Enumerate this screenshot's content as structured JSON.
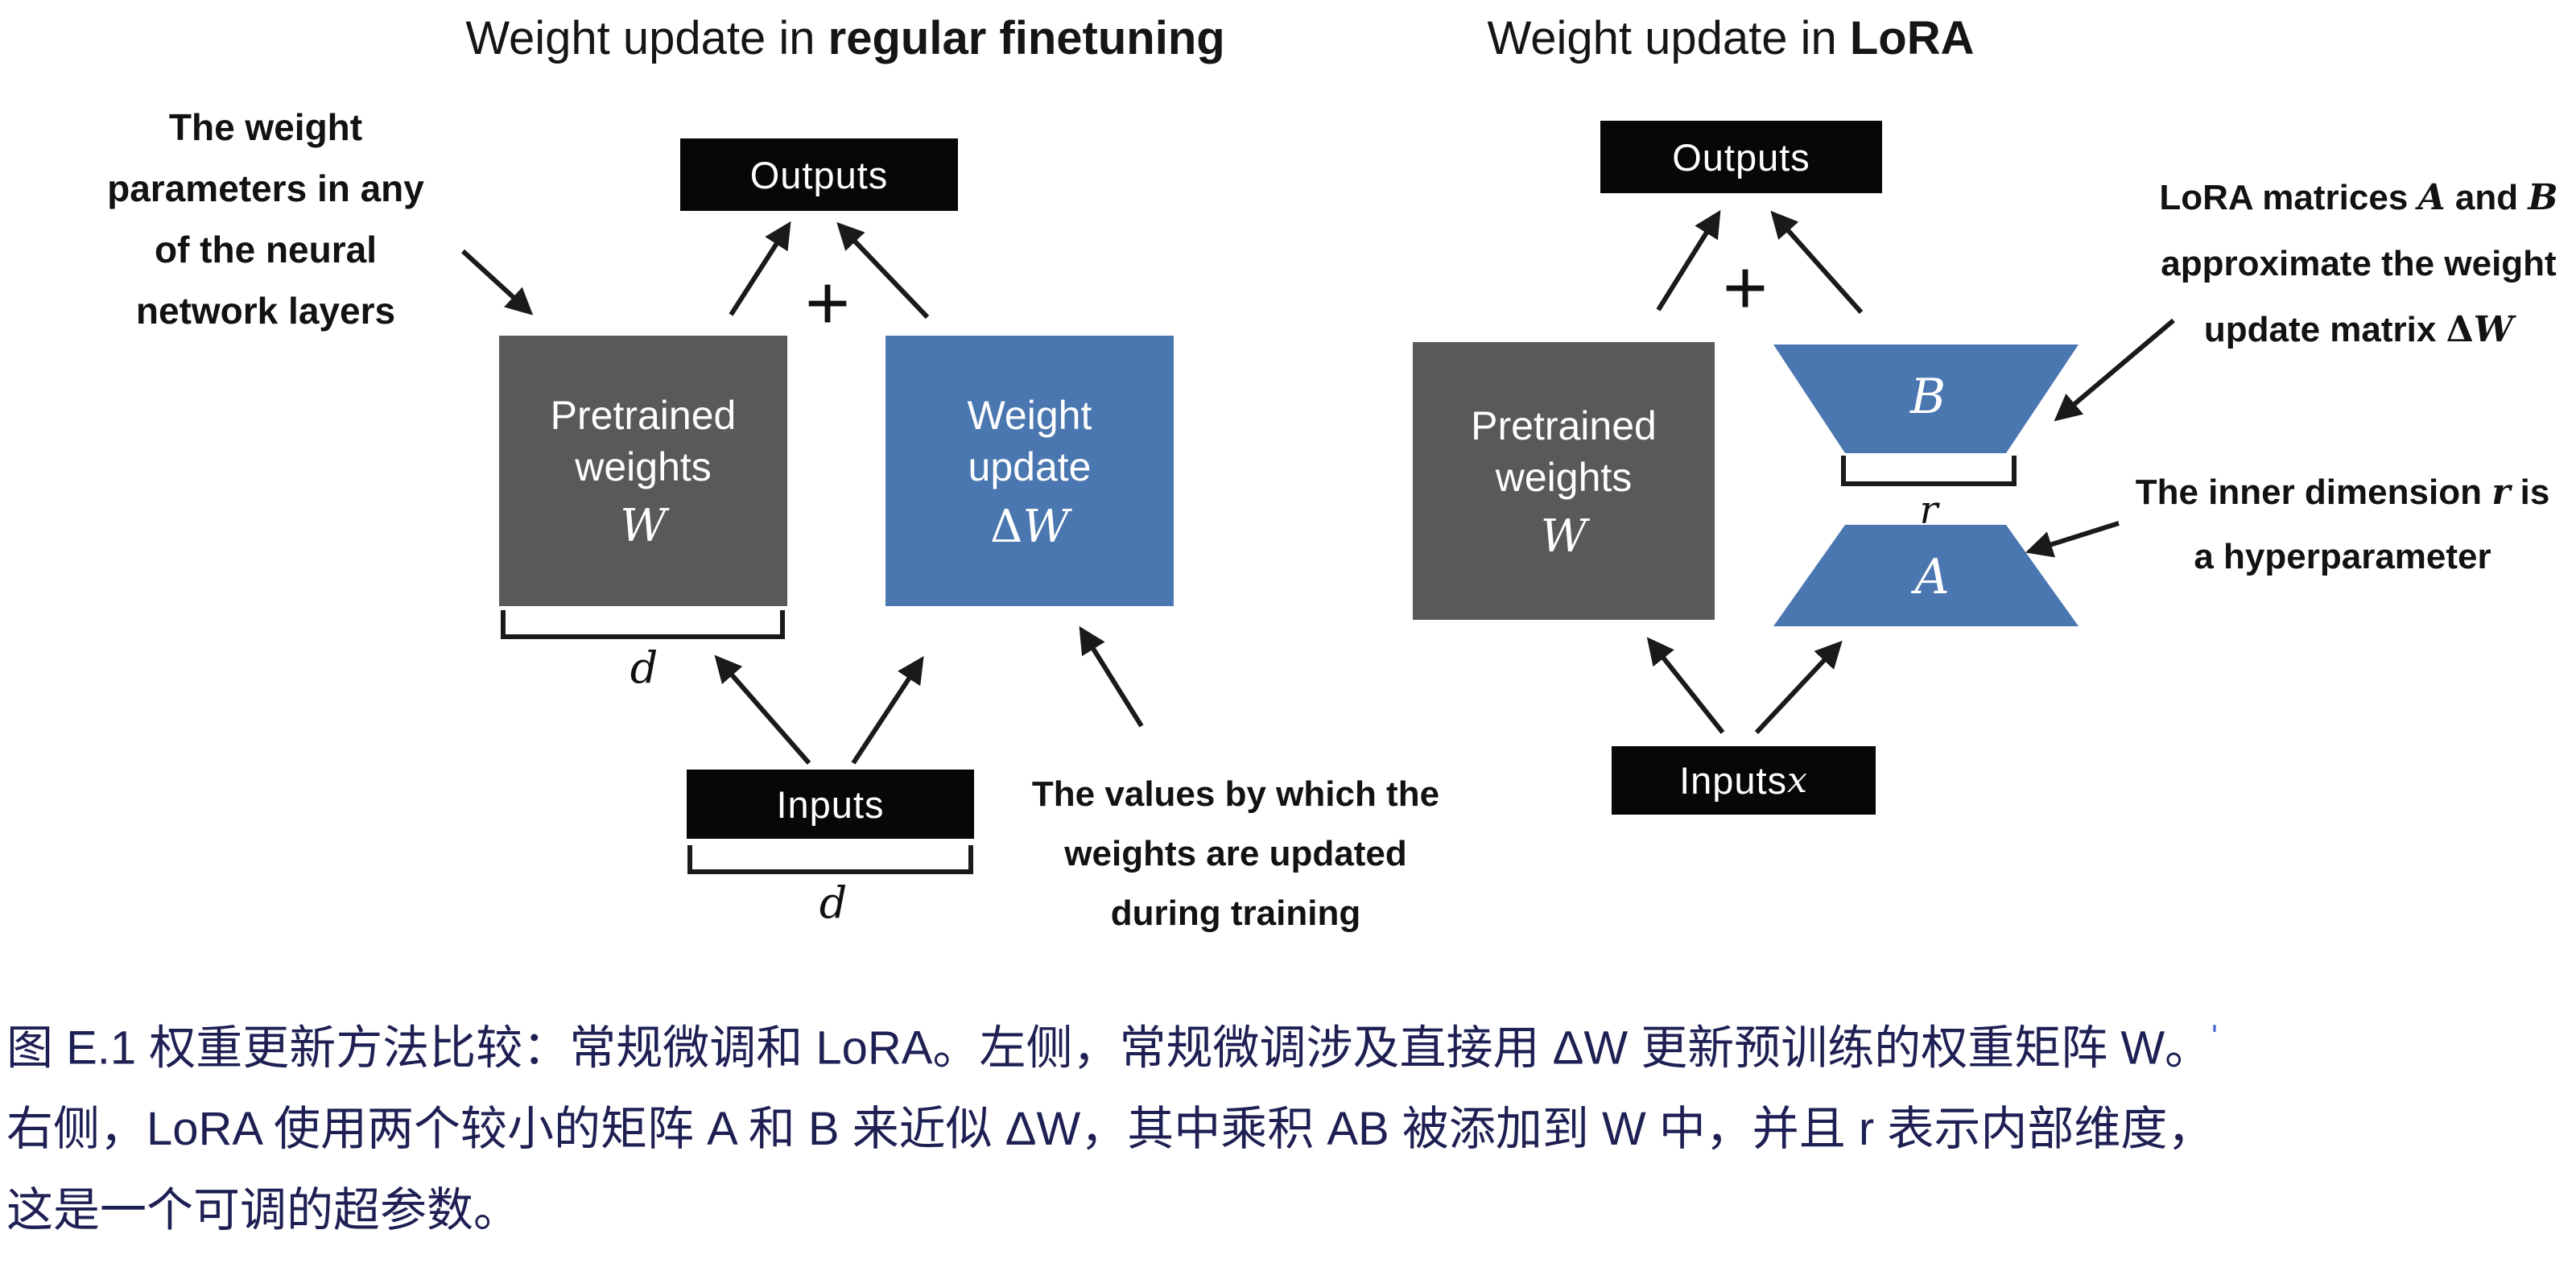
{
  "left_diagram": {
    "title_regular": "Weight update in ",
    "title_bold": "regular finetuning",
    "annotation_weights": {
      "line1": "The weight",
      "line2": "parameters in any",
      "line3": "of the neural",
      "line4": "network layers"
    },
    "outputs_label": "Outputs",
    "plus": "+",
    "pretrained_box": {
      "line1": "Pretrained",
      "line2": "weights",
      "math": "W"
    },
    "update_box": {
      "line1": "Weight",
      "line2": "update",
      "math_delta": "Δ",
      "math_w": "W"
    },
    "dim_label_weights": "d",
    "inputs_label": "Inputs",
    "dim_label_inputs": "d",
    "annotation_values": {
      "line1": "The values by which the",
      "line2": "weights are updated",
      "line3": "during training"
    }
  },
  "right_diagram": {
    "title_regular": "Weight update in ",
    "title_bold": "LoRA",
    "outputs_label": "Outputs",
    "plus": "+",
    "pretrained_box": {
      "line1": "Pretrained",
      "line2": "weights",
      "math": "W"
    },
    "matrix_b_label": "B",
    "rank_label": "r",
    "matrix_a_label": "A",
    "inputs_label": "Inputs ",
    "inputs_math": "x",
    "annotation_lora": {
      "l1a": "LoRA matrices ",
      "l1_math_a": "A",
      "l1b": " and ",
      "l1_math_b": "B",
      "l2": "approximate the weight",
      "l3a": "update matrix ",
      "l3_delta": "Δ",
      "l3_w": "W"
    },
    "annotation_rank": {
      "l1a": "The inner dimension ",
      "l1_math_r": "r",
      "l1b": " is",
      "l2": "a hyperparameter"
    }
  },
  "caption": {
    "line1": "图 E.1 权重更新方法比较：常规微调和 LoRA。左侧，常规微调涉及直接用 ΔW 更新预训练的权重矩阵 W。",
    "line1_mark": "'",
    "line2": "右侧，LoRA 使用两个较小的矩阵 A 和 B 来近似 ΔW，其中乘积 AB 被添加到 W 中，并且 r 表示内部维度，",
    "line3": "这是一个可调的超参数。",
    "text_color": "#1e2054",
    "mark_color": "#4666d6"
  },
  "colors": {
    "box_black": "#070707",
    "box_gray": "#595959",
    "box_blue": "#4a77b0",
    "arrow_black": "#1a1a1a",
    "background": "#ffffff"
  }
}
